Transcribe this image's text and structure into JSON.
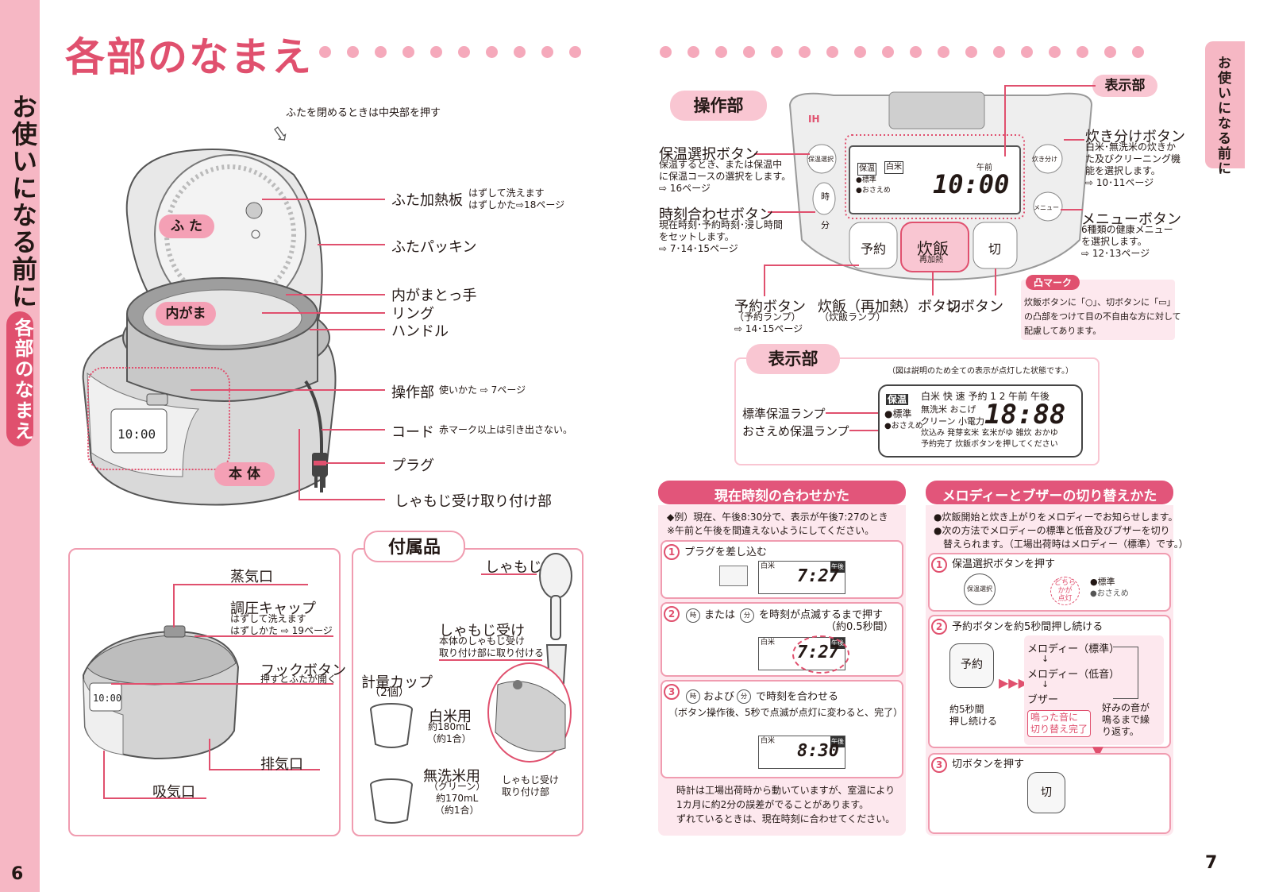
{
  "page_left": {
    "number": "6",
    "side_tab": "お使いになる前に",
    "side_subtab": "各部のなまえ",
    "title": "各部のなまえ",
    "lid_hint": "ふたを閉めるときは中央部を押す",
    "region_labels": {
      "lid": "ふ た",
      "inner_pot": "内がま",
      "body": "本 体"
    },
    "parts": [
      {
        "label": "ふた加熱板",
        "note": "はずして洗えます\nはずしかた⇨18ページ"
      },
      {
        "label": "ふたパッキン",
        "note": ""
      },
      {
        "label": "内がまとっ手",
        "note": ""
      },
      {
        "label": "リング",
        "note": ""
      },
      {
        "label": "ハンドル",
        "note": ""
      },
      {
        "label": "操作部",
        "note": "使いかた ⇨ 7ページ"
      },
      {
        "label": "コード",
        "note": "赤マーク以上は引き出さない。"
      },
      {
        "label": "プラグ",
        "note": ""
      },
      {
        "label": "しゃもじ受け取り付け部",
        "note": ""
      }
    ],
    "closed_parts": {
      "steam": "蒸気口",
      "cap": "調圧キャップ",
      "cap_note": "はずして洗えます\nはずしかた ⇨ 19ページ",
      "hook": "フックボタン",
      "hook_note": "押すとふたが開く",
      "exhaust": "排気口",
      "intake": "吸気口"
    },
    "lcd_time": "10:00",
    "accessories": {
      "title": "付属品",
      "shamoji": "しゃもじ",
      "holder": "しゃもじ受け",
      "holder_note": "本体のしゃもじ受け\n取り付け部に取り付ける",
      "cup": "計量カップ",
      "cup_count": "（2個）",
      "white": "白米用",
      "white_note": "約180mL\n（約1合）",
      "musen": "無洗米用",
      "musen_note": "（グリーン）\n約170mL\n（約1合）",
      "mount": "しゃもじ受け\n取り付け部"
    }
  },
  "page_right": {
    "number": "7",
    "side_tab": "お使いになる前に",
    "control_title": "操作部",
    "display_tag": "表示部",
    "buttons": {
      "hoon": "保温選択ボタン",
      "hoon_note": "保温するとき、または保温中\nに保温コースの選択をします。\n⇨ 16ページ",
      "clock": "時刻合わせボタン",
      "clock_note": "現在時刻･予約時刻･浸し時間\nをセットします。\n⇨ 7･14･15ページ",
      "kiwake": "炊き分けボタン",
      "kiwake_note": "白米･無洗米の炊きか\nた及びクリーニング機\n能を選択します。\n⇨ 10･11ページ",
      "menu": "メニューボタン",
      "menu_note": "6種類の健康メニュー\nを選択します。\n⇨ 12･13ページ",
      "yoyaku": "予約ボタン",
      "yoyaku_note": "（予約ランプ）\n⇨ 14･15ページ",
      "suihan": "炊飯（再加熱）ボタン",
      "suihan_note": "（炊飯ランプ）",
      "kiri": "切ボタン"
    },
    "panel_keys": {
      "hoon": "保温選択",
      "ji": "時",
      "fun": "分",
      "kiwake": "炊き分け",
      "menu": "メニュー",
      "yoyaku": "予約",
      "suihan": "炊飯",
      "saikanetsu": "再加熱",
      "kiri": "切",
      "lcd_hoon": "保温",
      "lcd_hyojun": "●標準",
      "lcd_osae": "●おさえめ",
      "lcd_hakumai": "白米",
      "lcd_gozen": "午前",
      "lcd_time": "10:00"
    },
    "totsu": {
      "title": "凸マーク",
      "text": "炊飯ボタンに「○」、切ボタンに「▭」\nの凸部をつけて目の不自由な方に対して\n配慮してあります。"
    },
    "display": {
      "title": "表示部",
      "note": "（図は説明のため全ての表示が点灯した状態です。）",
      "lamp1": "標準保温ランプ",
      "lamp2": "おさえめ保温ランプ",
      "lcd_left": [
        "保温",
        "●標準",
        "●おさえめ"
      ],
      "lcd_row1": "白米 快 速  予約 1 2 午前 午後",
      "lcd_row2": "無洗米 おこげ",
      "lcd_row3": "クリーン 小電力",
      "lcd_row4": "炊込み 発芽玄米 玄米がゆ 雑炊 おかゆ",
      "lcd_row5": "予約完了 炊飯ボタンを押してください",
      "lcd_digits": "18:88"
    },
    "clockset": {
      "title": "現在時刻の合わせかた",
      "example": "◆例）現在、午後8:30分で、表示が午後7:27のとき\n※午前と午後を間違えないようにしてください。",
      "step1": "プラグを差し込む",
      "step2": "または",
      "step2b": "を時刻が点滅するまで押す",
      "step2c": "（約0.5秒間）",
      "step3": "および",
      "step3b": "で時刻を合わせる",
      "step3c": "（ボタン操作後、5秒で点滅が点灯に変わると、完了）",
      "lcd_hakumai": "白米",
      "lcd_gogo": "午後",
      "lcd1": "7:27",
      "lcd2": "7:27",
      "lcd3": "8:30",
      "footnote": "時計は工場出荷時から動いていますが、室温により\n1カ月に約2分の誤差がでることがあります。\nずれているときは、現在時刻に合わせてください。",
      "key_ji": "時",
      "key_fun": "分"
    },
    "melody": {
      "title": "メロディーとブザーの切り替えかた",
      "intro": "●炊飯開始と炊き上がりをメロディーでお知らせします。\n●次の方法でメロディーの標準と低音及びブザーを切り\n　替えられます。（工場出荷時はメロディー（標準）です。）",
      "step1": "保温選択ボタンを押す",
      "either": "どちら\nかが\n点灯",
      "std": "●標準",
      "osae": "●おさえめ",
      "step2": "予約ボタンを約5秒間押し続ける",
      "hold": "約5秒間\n押し続ける",
      "m1": "メロディー（標準）",
      "m2": "メロディー（低音）",
      "m3": "ブザー",
      "done": "鳴った音に\n切り替え完了",
      "repeat": "好みの音が\n鳴るまで繰\nり返す。",
      "step3": "切ボタンを押す",
      "key_hoon": "保温選択",
      "key_yoyaku": "予約",
      "key_kiri": "切"
    }
  }
}
